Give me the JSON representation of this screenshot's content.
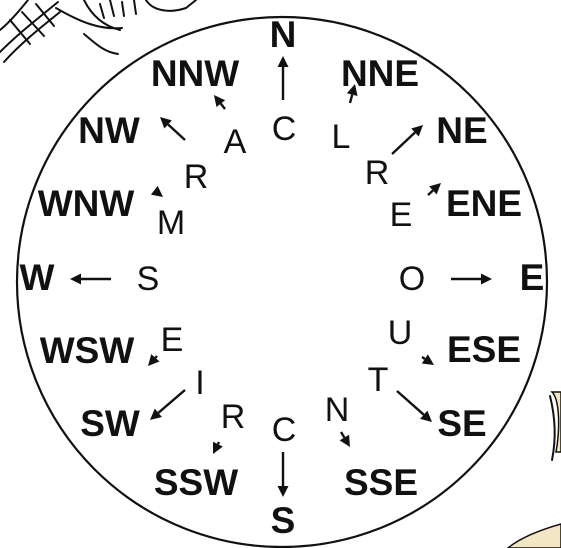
{
  "compass": {
    "directions": [
      {
        "label": "N"
      },
      {
        "label": "NNE"
      },
      {
        "label": "NE"
      },
      {
        "label": "ENE"
      },
      {
        "label": "E"
      },
      {
        "label": "ESE"
      },
      {
        "label": "SE"
      },
      {
        "label": "SSE"
      },
      {
        "label": "S"
      },
      {
        "label": "SSW"
      },
      {
        "label": "SW"
      },
      {
        "label": "WSW"
      },
      {
        "label": "W"
      },
      {
        "label": "WNW"
      },
      {
        "label": "NW"
      },
      {
        "label": "NNW"
      }
    ],
    "ring_letters": [
      {
        "letter": "C"
      },
      {
        "letter": "L"
      },
      {
        "letter": "R"
      },
      {
        "letter": "E"
      },
      {
        "letter": "O"
      },
      {
        "letter": "U"
      },
      {
        "letter": "T"
      },
      {
        "letter": "N"
      },
      {
        "letter": "C"
      },
      {
        "letter": "R"
      },
      {
        "letter": "I"
      },
      {
        "letter": "E"
      },
      {
        "letter": "S"
      },
      {
        "letter": "M"
      },
      {
        "letter": "R"
      },
      {
        "letter": "A"
      }
    ]
  },
  "colors": {
    "ink": "#111111",
    "background": "#ffffff",
    "paper_scrap": "#f3e6c4"
  }
}
